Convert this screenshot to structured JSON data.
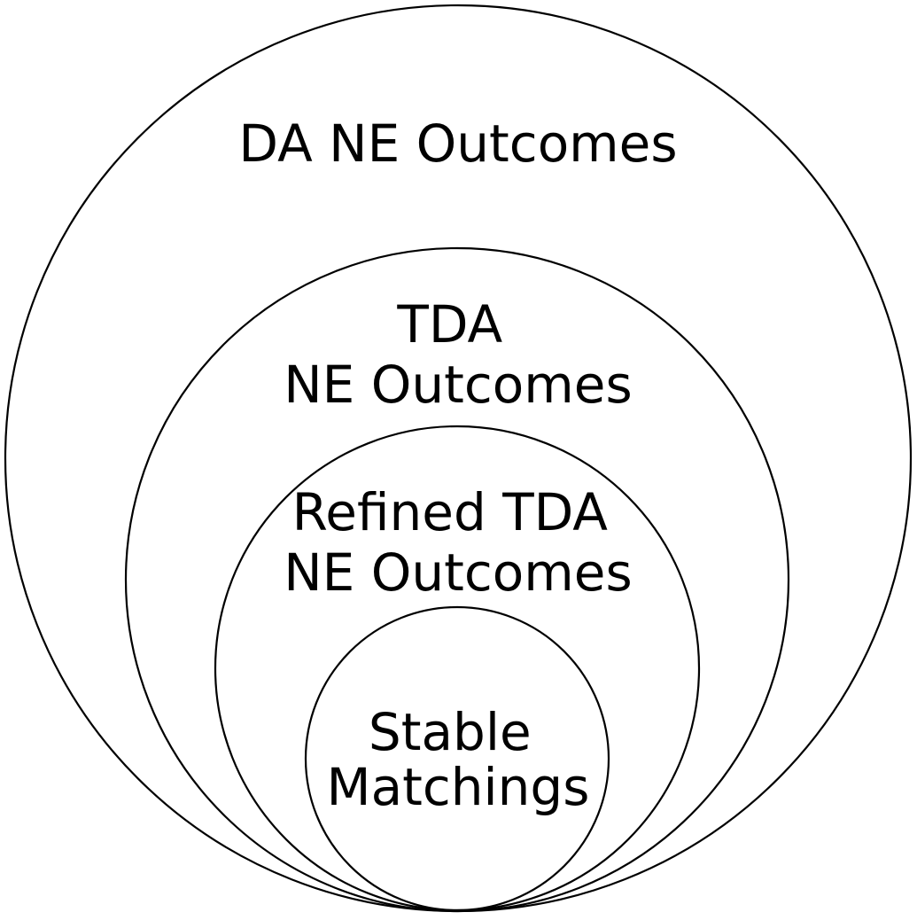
{
  "diagram": {
    "sets": [
      {
        "id": "da-ne-outcomes",
        "lines": [
          "DA NE Outcomes"
        ]
      },
      {
        "id": "tda-ne-outcomes",
        "lines": [
          "TDA",
          "NE Outcomes"
        ]
      },
      {
        "id": "refined-tda-ne-outcomes",
        "lines": [
          "Refined TDA",
          "NE Outcomes"
        ]
      },
      {
        "id": "stable-matchings",
        "lines": [
          "Stable",
          "Matchings"
        ]
      }
    ],
    "colors": {
      "stroke": "#000000",
      "text": "#000000",
      "background": "#ffffff"
    }
  }
}
